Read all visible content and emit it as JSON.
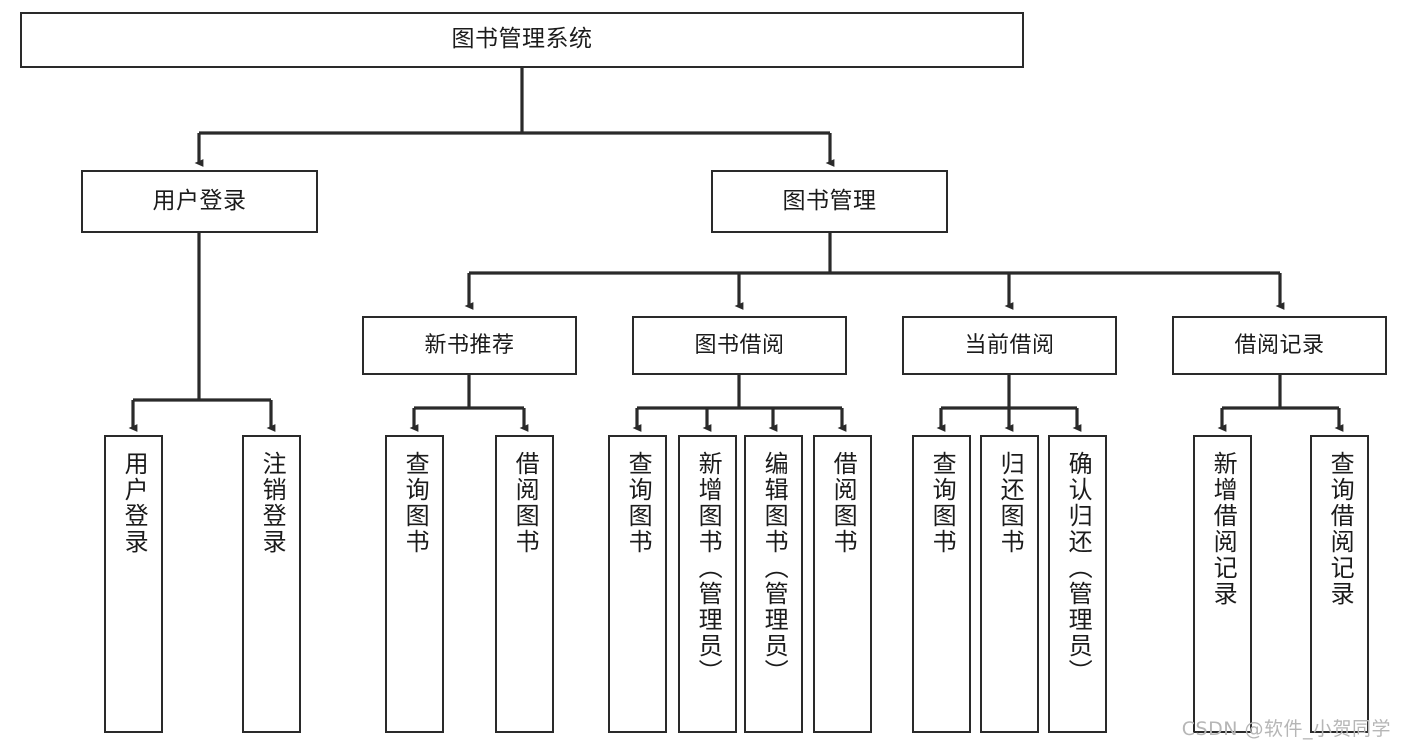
{
  "diagram": {
    "type": "tree-hierarchy-functional-decomposition",
    "title": "图书管理系统",
    "line_color": "#2a2a2a",
    "background_color": "#ffffff",
    "text_color": "#1b1b1b",
    "watermark": "CSDN @软件_小贺同学"
  },
  "nodes": {
    "root": {
      "label": "图书管理系统"
    },
    "level2": [
      {
        "label": "用户登录"
      },
      {
        "label": "图书管理"
      }
    ],
    "level3": [
      {
        "label": "新书推荐"
      },
      {
        "label": "图书借阅"
      },
      {
        "label": "当前借阅"
      },
      {
        "label": "借阅记录"
      }
    ],
    "leaves": {
      "user_login": [
        {
          "label": "用户登录"
        },
        {
          "label": "注销登录"
        }
      ],
      "new_book_recommend": [
        {
          "label": "查询图书"
        },
        {
          "label": "借阅图书"
        }
      ],
      "book_borrow": [
        {
          "label": "查询图书"
        },
        {
          "label": "新增图书（管理员）"
        },
        {
          "label": "编辑图书（管理员）"
        },
        {
          "label": "借阅图书"
        }
      ],
      "current_borrow": [
        {
          "label": "查询图书"
        },
        {
          "label": "归还图书"
        },
        {
          "label": "确认归还（管理员）"
        }
      ],
      "borrow_record": [
        {
          "label": "新增借阅记录"
        },
        {
          "label": "查询借阅记录"
        }
      ]
    }
  }
}
